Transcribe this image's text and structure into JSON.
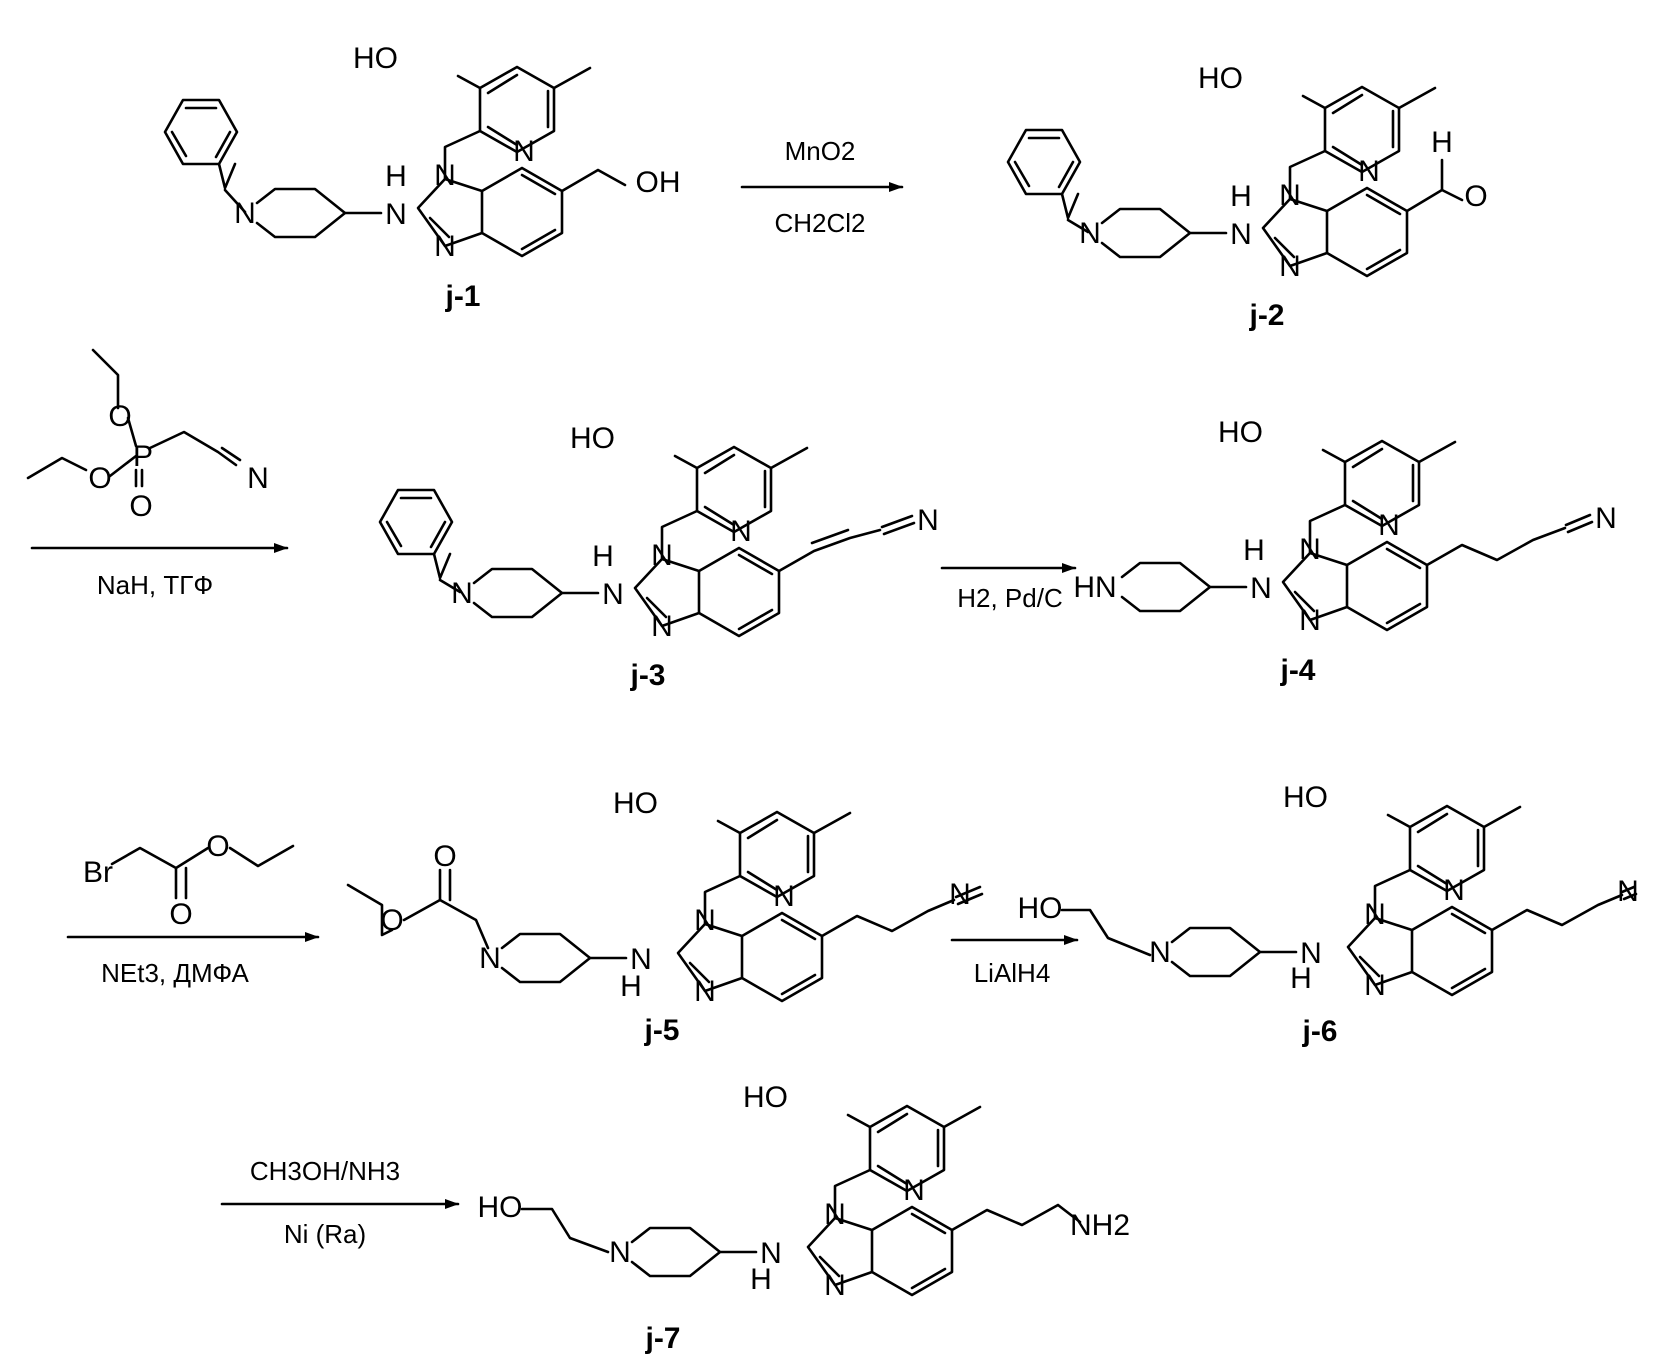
{
  "scheme": {
    "compounds": [
      {
        "id": "j-1",
        "label": "j-1"
      },
      {
        "id": "j-2",
        "label": "j-2"
      },
      {
        "id": "j-3",
        "label": "j-3"
      },
      {
        "id": "j-4",
        "label": "j-4"
      },
      {
        "id": "j-5",
        "label": "j-5"
      },
      {
        "id": "j-6",
        "label": "j-6"
      },
      {
        "id": "j-7",
        "label": "j-7"
      }
    ],
    "steps": [
      {
        "above": "MnO2",
        "below": "CH2Cl2"
      },
      {
        "reagent_below": "NaH,  ТГФ",
        "reagent_struct": "diethyl cyanomethylphosphonate"
      },
      {
        "above": "",
        "below": "H2, Pd/C"
      },
      {
        "reagent_below": "NEt3,  ДМФА",
        "reagent_struct": "ethyl bromoacetate"
      },
      {
        "above": "",
        "below": "LiAlH4"
      },
      {
        "above": "CH3OH/NH3",
        "below": "Ni (Ra)"
      }
    ]
  },
  "atoms": {
    "HO": "HO",
    "OH": "OH",
    "N": "N",
    "H": "H",
    "HN": "HN",
    "O": "O",
    "P": "P",
    "Br": "Br",
    "NH2": "NH2"
  }
}
